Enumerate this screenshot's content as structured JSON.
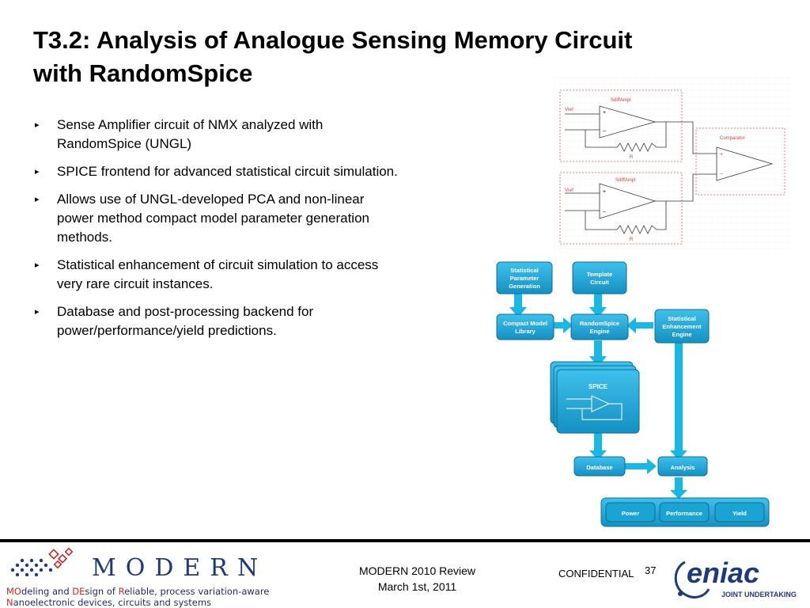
{
  "slide": {
    "title_line1": "T3.2: Analysis of Analogue Sensing Memory Circuit",
    "title_line2": "with RandomSpice",
    "bullets": [
      {
        "line1": "Sense Amplifier circuit of NMX analyzed with",
        "line2": "RandomSpice (UNGL)",
        "line3": ""
      },
      {
        "line1": "SPICE frontend for advanced statistical circuit simulation.",
        "line2": "",
        "line3": ""
      },
      {
        "line1": "Allows use of UNGL-developed PCA and non-linear",
        "line2": "power method compact model parameter generation",
        "line3": "methods."
      },
      {
        "line1": "Statistical enhancement of circuit simulation to access",
        "line2": "very rare circuit instances.",
        "line3": ""
      },
      {
        "line1": "Database and post-processing backend for",
        "line2": "power/performance/yield predictions.",
        "line3": ""
      }
    ]
  },
  "circuit": {
    "amp_label": "SdiffAmpl",
    "vref_label": "Vref",
    "r_label": "R",
    "plus": "+",
    "minus": "−",
    "comparator_label": "Comparator"
  },
  "flow": {
    "stat_param_l1": "Statistical",
    "stat_param_l2": "Parameter",
    "stat_param_l3": "Generation",
    "template_l1": "Template",
    "template_l2": "Circuit",
    "compact_l1": "Compact Model",
    "compact_l2": "Library",
    "engine_l1": "RandomSpice",
    "engine_l2": "Engine",
    "enh_l1": "Statistical",
    "enh_l2": "Enhancement",
    "enh_l3": "Engine",
    "spice": "SPICE",
    "database": "Database",
    "analysis": "Analysis",
    "power": "Power",
    "performance": "Performance",
    "yield": "Yield"
  },
  "footer": {
    "modern_logo": "MODERN",
    "tagline_hl1": "MO",
    "tagline_t1": "deling and ",
    "tagline_hl2": "DE",
    "tagline_t2": "sign of ",
    "tagline_hl3": "R",
    "tagline_t3": "eliable, process variation-aware",
    "tagline_hl4": "N",
    "tagline_t4": "anoelectronic devices, circuits and systems",
    "review_line1": "MODERN 2010 Review",
    "review_line2": "March 1st, 2011",
    "confidential": "CONFIDENTIAL",
    "page_number": "37",
    "eniac_logo": "eniac",
    "eniac_sub": "JOINT UNDERTAKING"
  },
  "colors": {
    "box_fill": "#1ba3d4",
    "box_edge": "#0c6f96",
    "arrow": "#19b7e3",
    "dashed_border": "#e05555",
    "modern_blue": "#1f3a7a",
    "accent_red": "#c0282d"
  }
}
